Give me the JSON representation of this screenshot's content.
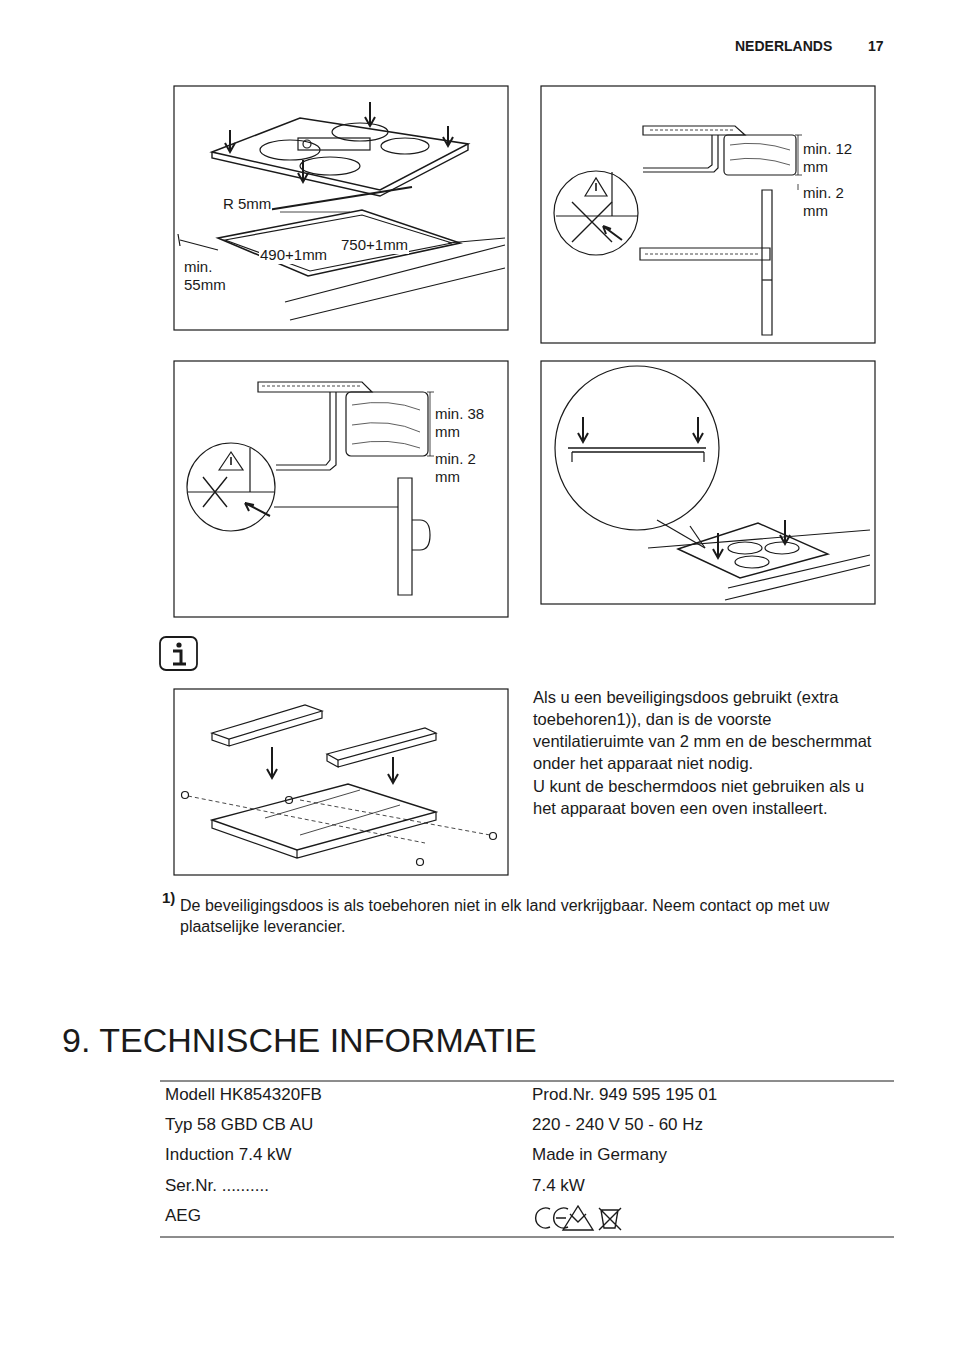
{
  "diagram": {
    "title": "9. TECHNISCHE INFORMATIE",
    "labels": [
      "NEDERLANDS",
      "17",
      "R 5mm",
      "490+1mm",
      "750+1mm",
      "min. 55mm",
      "min. 12 mm",
      "min. 2 mm",
      "min. 38 mm",
      "min. 2 mm",
      "Als u een beveiligingsdoos gebruikt (extra toebehoren1)), dan is de voorste ventilatieruimte van 2 mm en de beschermmat onder het apparaat niet nodig.",
      "U kunt de beschermdoos niet gebruiken als u het apparaat boven een oven installeert.",
      "1)",
      "De beveiligingsdoos is als toebehoren niet in elk land verkrijgbaar. Neem contact op met uw plaatselijke leverancier.",
      "Modell HK854320FB",
      "Prod.Nr. 949 595 195 01",
      "Typ 58 GBD CB AU",
      "220 - 240 V 50 - 60 Hz",
      "Induction 7.4 kW",
      "Made in Germany",
      "Ser.Nr. ..........",
      "7.4 kW",
      "AEG"
    ]
  }
}
